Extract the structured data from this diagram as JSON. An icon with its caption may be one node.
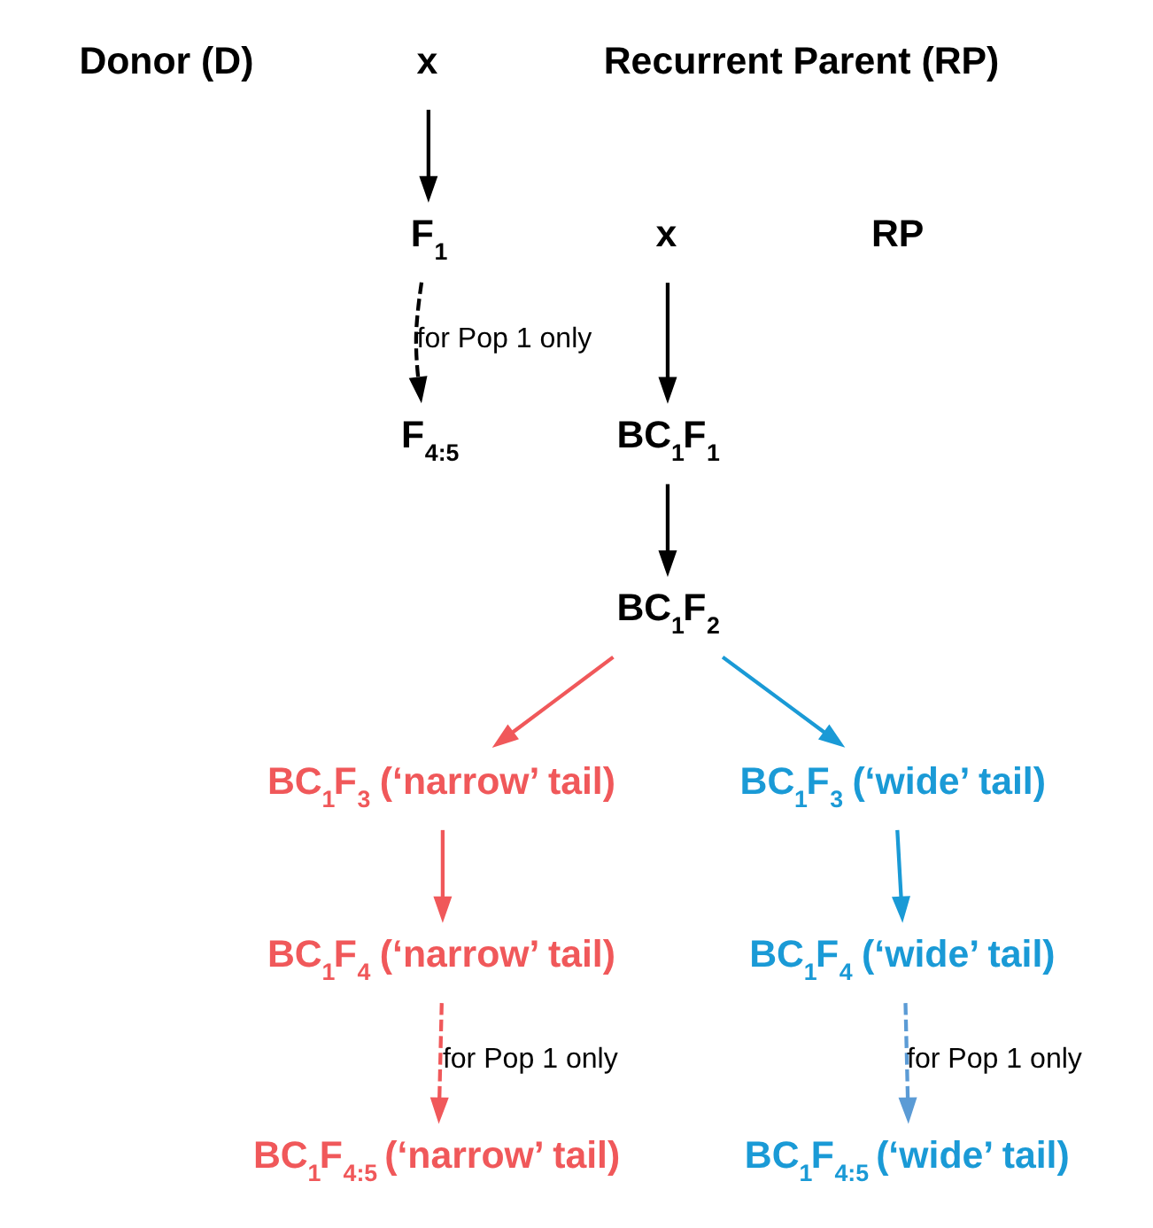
{
  "diagram": {
    "nodes": [
      {
        "text": [
          "Donor (D)"
        ]
      },
      {
        "text": [
          "x"
        ]
      },
      {
        "text": [
          "Recurrent Parent (RP)"
        ]
      },
      {
        "text": [
          "F$_{1}$"
        ]
      },
      {
        "text": [
          "x"
        ]
      },
      {
        "text": [
          "RP"
        ]
      },
      {
        "text": [
          "F$_{4:5}$"
        ]
      },
      {
        "text": [
          "BC$_{1}$F$_{1}$"
        ]
      },
      {
        "text": [
          "BC$_{1}$F$_{2}$"
        ]
      },
      {
        "text": [
          "BC$_{1}$F$_{3}$ (‘narrow’ tail)"
        ]
      },
      {
        "text": [
          "BC$_{1}$F$_{3}$ (‘wide’ tail)"
        ]
      },
      {
        "text": [
          "BC$_{1}$F$_{4}$ (‘narrow’ tail)"
        ]
      },
      {
        "text": [
          "BC$_{1}$F$_{4}$ (‘wide’ tail)"
        ]
      },
      {
        "text": [
          "BC$_{1}$F$_{4:5}$ (‘narrow’ tail)"
        ]
      },
      {
        "text": [
          "BC$_{1}$F$_{4:5}$ (‘wide’ tail)"
        ]
      }
    ],
    "edges": [
      {
        "from": 1,
        "to": 3,
        "arrow": "to"
      },
      {
        "from": 3,
        "to": 6,
        "arrow": "to",
        "style": "dashed",
        "label": "for Pop 1 only"
      },
      {
        "from": 4,
        "to": 7,
        "arrow": "to"
      },
      {
        "from": 7,
        "to": 8,
        "arrow": "to"
      },
      {
        "from": 8,
        "to": 9,
        "arrow": "to",
        "color": "#f0585a"
      },
      {
        "from": 8,
        "to": 10,
        "arrow": "to",
        "color": "#1a9ad6"
      },
      {
        "from": 9,
        "to": 11,
        "arrow": "to",
        "color": "#f0585a"
      },
      {
        "from": 10,
        "to": 12,
        "arrow": "to",
        "color": "#1a9ad6"
      },
      {
        "from": 11,
        "to": 13,
        "arrow": "to",
        "style": "dashed",
        "color": "#f0585a",
        "label": "for Pop 1 only"
      },
      {
        "from": 12,
        "to": 14,
        "arrow": "to",
        "style": "dashed",
        "color": "#5b9bd5",
        "label": "for Pop 1 only"
      }
    ]
  }
}
